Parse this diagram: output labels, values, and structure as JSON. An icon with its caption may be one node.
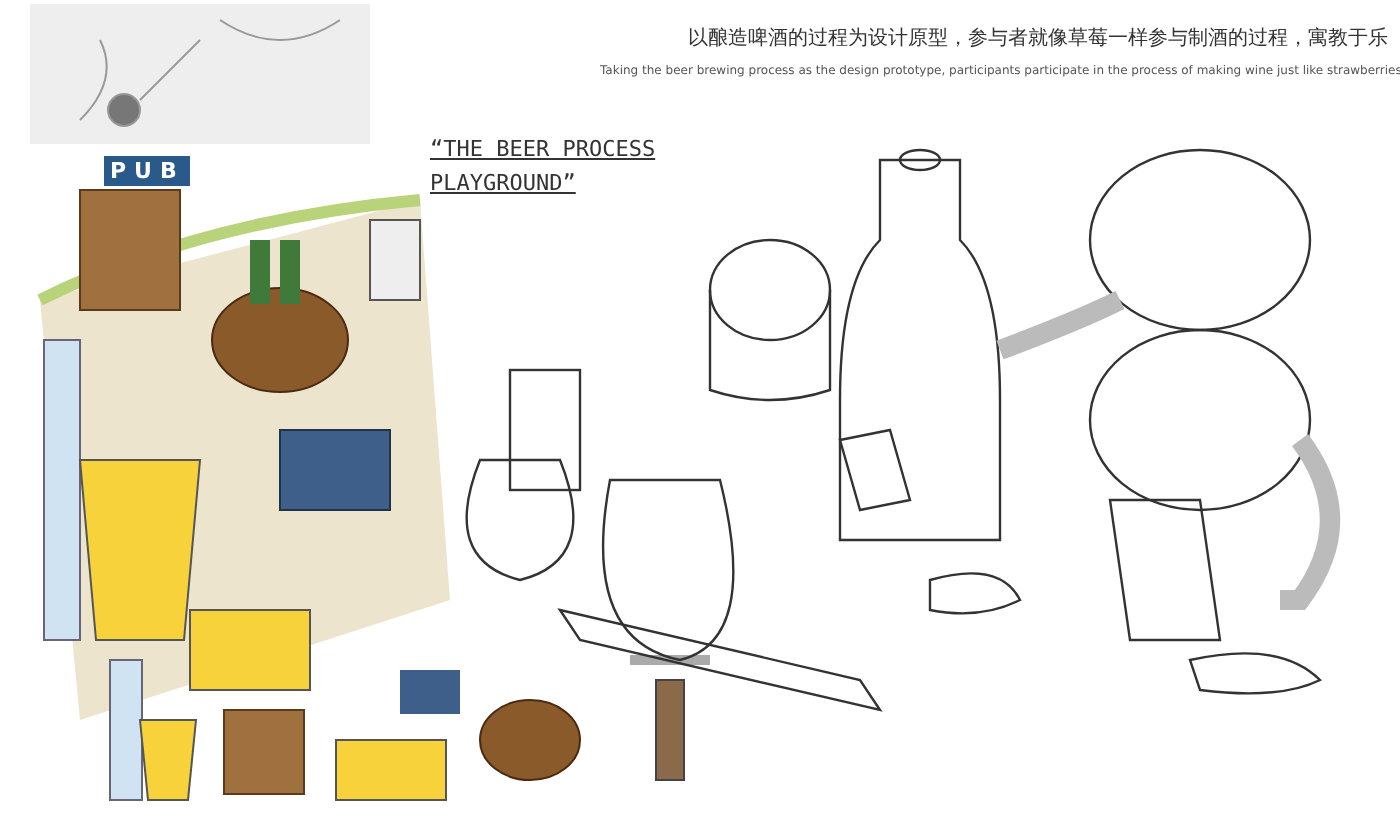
{
  "diagram": {
    "title": "以酿造啤酒的过程为设计原型，参与者就像草莓一样参与制酒的过程，寓教于乐",
    "labels": [
      "Taking the beer brewing process as the design prototype, participants participate in the process of making wine just like strawberries",
      "“THE BEER PROCESS PLAYGROUND”",
      "PUB"
    ]
  }
}
